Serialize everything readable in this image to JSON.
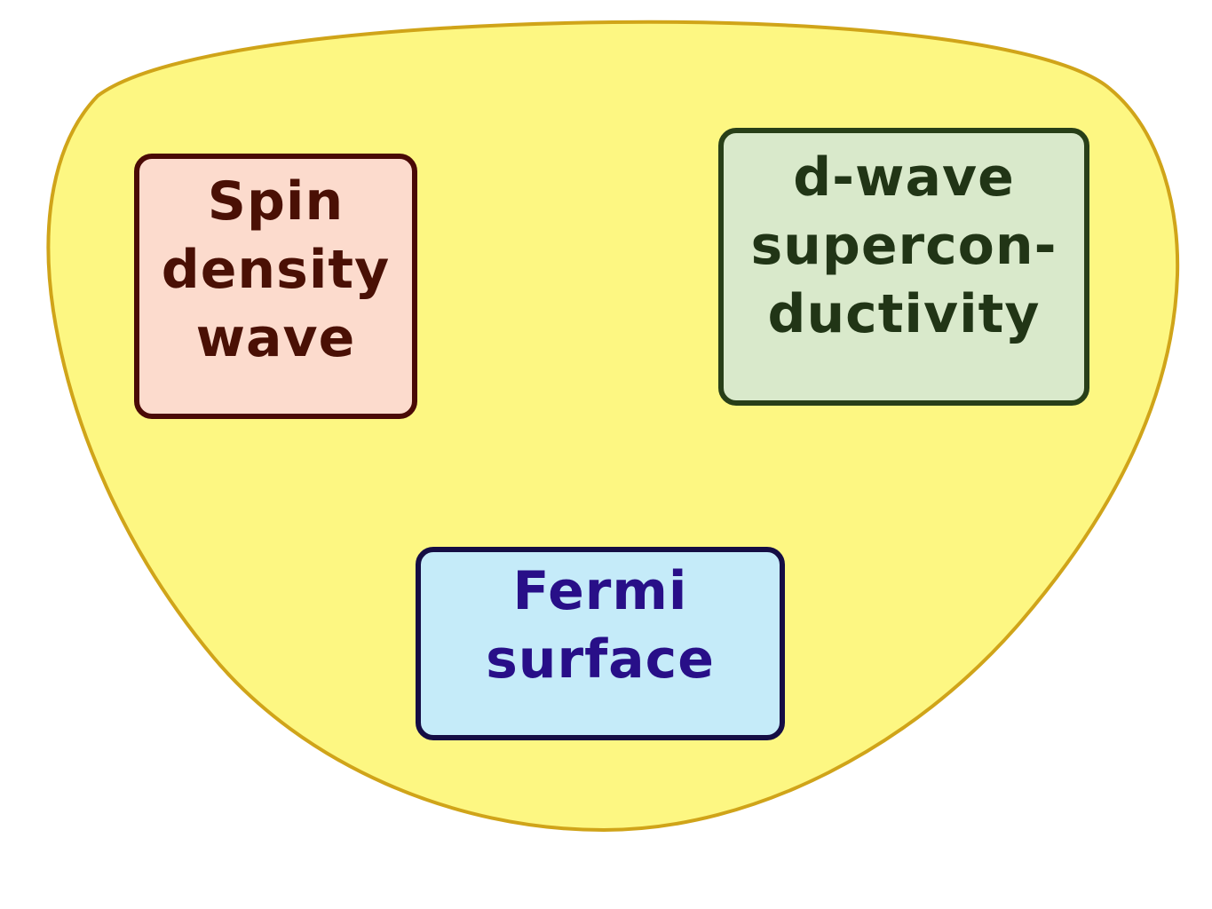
{
  "colors": {
    "region_fill": "#fdf782",
    "region_stroke": "#d0a419",
    "sdw_fill": "#fcdbcd",
    "sdw_border": "#4a0a06",
    "sdw_text": "#4a1005",
    "dsc_fill": "#d9e9cb",
    "dsc_border": "#283f18",
    "dsc_text": "#213516",
    "fermi_fill": "#c5ebf9",
    "fermi_border": "#150d44",
    "fermi_text": "#280f88"
  },
  "boxes": {
    "spin_density_wave": {
      "lines": [
        "Spin",
        "density",
        "wave"
      ]
    },
    "d_wave_superconductivity": {
      "lines": [
        "d-wave",
        "supercon-",
        "ductivity"
      ]
    },
    "fermi_surface": {
      "lines": [
        "Fermi",
        "surface"
      ]
    }
  }
}
